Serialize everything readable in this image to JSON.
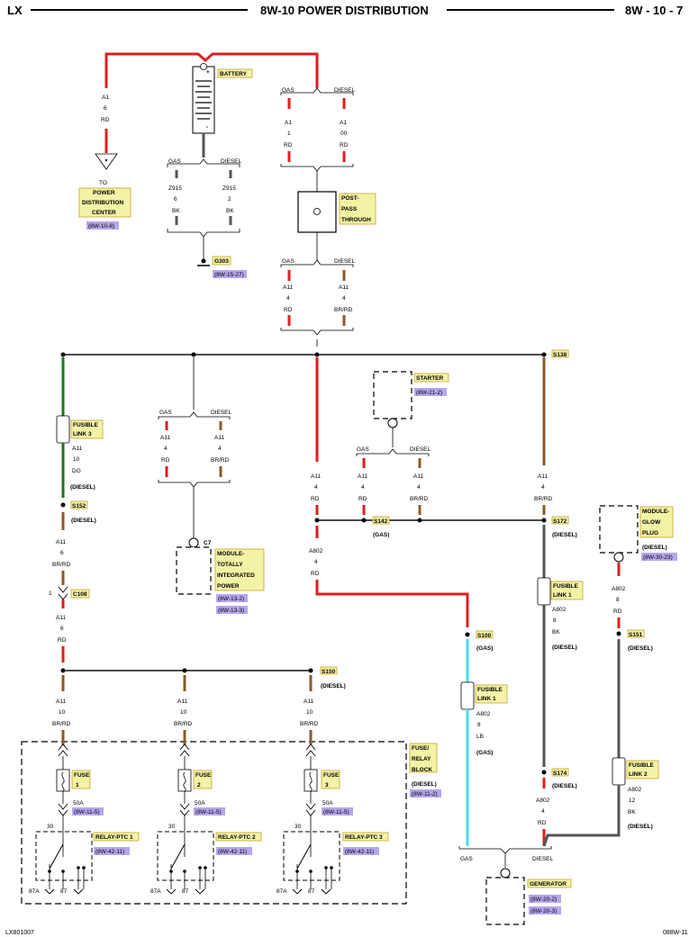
{
  "header": {
    "left": "LX",
    "title": "8W-10 POWER DISTRIBUTION",
    "right": "8W - 10 - 7"
  },
  "footer": {
    "left": "LX801007",
    "right": "088W-11"
  },
  "colors": {
    "red": "#e01e1e",
    "brown": "#8b5a2b",
    "black": "#111111",
    "green": "#1f7a1f",
    "darkgreen": "#2a6b2a",
    "lightblue": "#3fe0ec",
    "gray": "#555555",
    "label_fill": "#f3f3a6",
    "label_stroke": "#c9a227",
    "ref_fill": "#b7a6ee"
  },
  "battery": {
    "label": "BATTERY",
    "plus": "+",
    "minus": "-"
  },
  "pdc": {
    "circuit": "A1",
    "gauge": "6",
    "color": "RD",
    "to": "TO",
    "label_lines": [
      "POWER",
      "DISTRIBUTION",
      "CENTER"
    ],
    "ref": "(8W-10-8)"
  },
  "ground": {
    "gas": "GAS",
    "diesel": "DIESEL",
    "gas_circuit": "Z915",
    "gas_gauge": "6",
    "gas_color": "BK",
    "diesel_circuit": "Z915",
    "diesel_gauge": "2",
    "diesel_color": "BK",
    "label": "G303",
    "ref": "(8W-15-27)"
  },
  "post": {
    "gas": "GAS",
    "diesel": "DIESEL",
    "gas_circuit": "A1",
    "gas_gauge": "1",
    "gas_color": "RD",
    "diesel_circuit": "A1",
    "diesel_gauge": "00",
    "diesel_color": "RD",
    "label_lines": [
      "POST-",
      "PASS",
      "THROUGH"
    ],
    "gas2": "GAS",
    "diesel2": "DIESEL",
    "gas2_circuit": "A11",
    "gas2_gauge": "4",
    "gas2_color": "RD",
    "diesel2_circuit": "A11",
    "diesel2_gauge": "4",
    "diesel2_color": "BR/RD"
  },
  "s138": "S138",
  "fusible_link_3": {
    "label_lines": [
      "FUSIBLE",
      "LINK 3"
    ],
    "circuit": "A11",
    "gauge": "10",
    "color": "DG",
    "note": "(DIESEL)",
    "splice": "S152",
    "splice_note": "(DIESEL)",
    "circuit2": "A11",
    "gauge2": "6",
    "color2": "BR/RD",
    "connector_pin": "1",
    "connector": "C108",
    "circuit3": "A11",
    "gauge3": "6",
    "color3": "RD"
  },
  "tipm": {
    "gas": "GAS",
    "diesel": "DIESEL",
    "gas_circuit": "A11",
    "gas_gauge": "4",
    "gas_color": "RD",
    "diesel_circuit": "A11",
    "diesel_gauge": "4",
    "diesel_color": "BR/RD",
    "connector": "C7",
    "label_lines": [
      "MODULE-",
      "TOTALLY",
      "INTEGRATED",
      "POWER"
    ],
    "refs": [
      "(8W-13-2)",
      "(8W-13-3)"
    ]
  },
  "starter": {
    "label": "STARTER",
    "ref": "(8W-21-2)",
    "gas": "GAS",
    "diesel": "DIESEL",
    "gas_circuit": "A11",
    "gas_gauge": "4",
    "gas_color": "RD",
    "diesel_circuit": "A11",
    "diesel_gauge": "4",
    "diesel_color": "BR/RD"
  },
  "center_feed": {
    "circuit": "A11",
    "gauge": "4",
    "color": "RD"
  },
  "s142": "S142",
  "s142_note": "(GAS)",
  "a802_gas": {
    "circuit": "A802",
    "gauge": "4",
    "color": "RD"
  },
  "right_feed": {
    "circuit": "A11",
    "gauge": "4",
    "color": "BR/RD"
  },
  "s172": "S172",
  "s172_note": "(DIESEL)",
  "glow_plug": {
    "label_lines": [
      "MODULE-",
      "GLOW",
      "PLUG"
    ],
    "note": "(DIESEL)",
    "ref": "(8W-30-23)",
    "circuit": "A802",
    "gauge": "8",
    "color": "RD",
    "splice": "S151",
    "splice_note": "(DIESEL)"
  },
  "fusible_link_1_diesel": {
    "label_lines": [
      "FUSIBLE",
      "LINK 1"
    ],
    "circuit": "A802",
    "gauge": "8",
    "color": "BK",
    "note": "(DIESEL)"
  },
  "s100": "S100",
  "s100_note": "(GAS)",
  "fusible_link_1_gas": {
    "label_lines": [
      "FUSIBLE",
      "LINK 1"
    ],
    "circuit": "A802",
    "gauge": "8",
    "color": "LB",
    "note": "(GAS)"
  },
  "s174": "S174",
  "s174_note": "(DIESEL)",
  "a802_diesel": {
    "circuit": "A802",
    "gauge": "4",
    "color": "RD"
  },
  "fusible_link_2": {
    "label_lines": [
      "FUSIBLE",
      "LINK 2"
    ],
    "circuit": "A802",
    "gauge": "12",
    "color": "BK",
    "note": "(DIESEL)"
  },
  "generator": {
    "gas": "GAS",
    "diesel": "DIESEL",
    "label": "GENERATOR",
    "refs": [
      "(8W-20-2)",
      "(8W-20-3)"
    ]
  },
  "s150": "S150",
  "s150_note": "(DIESEL)",
  "fuse_block": {
    "label_lines": [
      "FUSE/",
      "RELAY",
      "BLOCK"
    ],
    "note": "(DIESEL)",
    "ref": "(8W-11-2)",
    "branches": [
      {
        "circuit": "A11",
        "gauge": "10",
        "color": "BR/RD",
        "fuse_label": [
          "FUSE",
          "1"
        ],
        "amps": "50A",
        "fuse_ref": "(8W-11-5)",
        "pin": "30",
        "relay": "RELAY-PTC 1",
        "relay_ref": "(8W-42-11)",
        "p87a": "87A",
        "p87": "87"
      },
      {
        "circuit": "A11",
        "gauge": "10",
        "color": "BR/RD",
        "fuse_label": [
          "FUSE",
          "2"
        ],
        "amps": "50A",
        "fuse_ref": "(8W-11-5)",
        "pin": "30",
        "relay": "RELAY-PTC 2",
        "relay_ref": "(8W-42-11)",
        "p87a": "87A",
        "p87": "87"
      },
      {
        "circuit": "A11",
        "gauge": "10",
        "color": "BR/RD",
        "fuse_label": [
          "FUSE",
          "3"
        ],
        "amps": "50A",
        "fuse_ref": "(8W-11-5)",
        "pin": "30",
        "relay": "RELAY-PTC 3",
        "relay_ref": "(8W-42-11)",
        "p87a": "87A",
        "p87": "87"
      }
    ]
  }
}
